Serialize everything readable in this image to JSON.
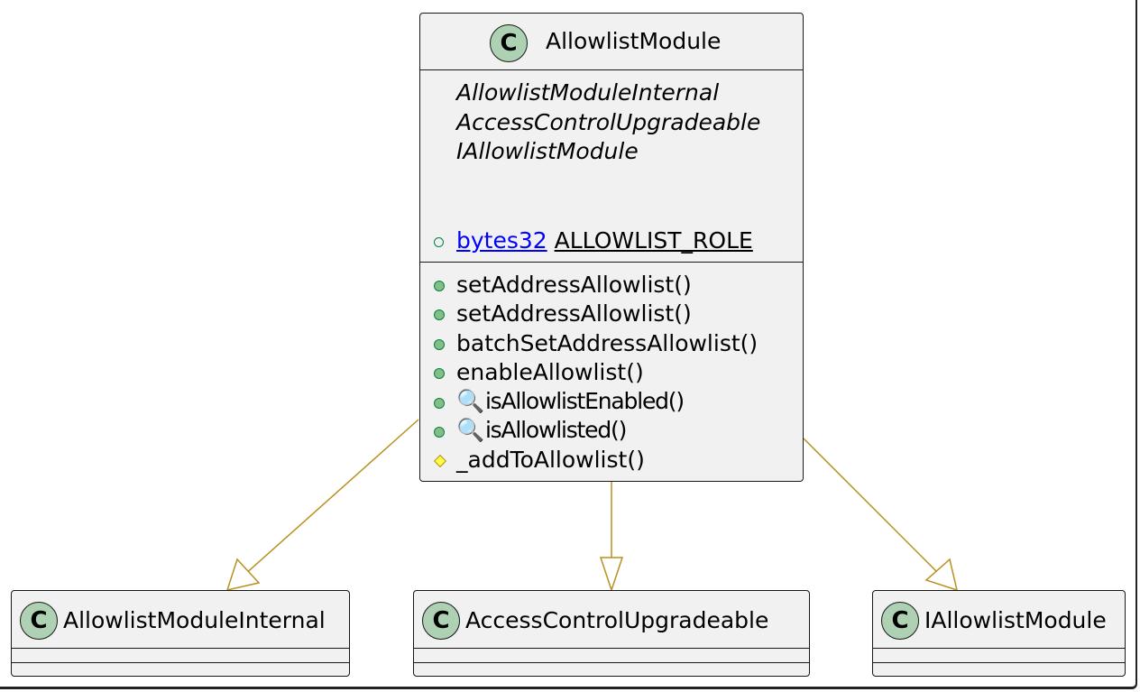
{
  "diagram": {
    "main_class": {
      "badge": "C",
      "name": "AllowlistModule",
      "parents_italic": [
        "AllowlistModuleInternal",
        "AccessControlUpgradeable",
        "IAllowlistModule"
      ],
      "field": {
        "type": "bytes32",
        "name": "ALLOWLIST_ROLE"
      },
      "methods": [
        {
          "label": "setAddressAllowlist()",
          "visibility": "public",
          "view": false
        },
        {
          "label": "setAddressAllowlist()",
          "visibility": "public",
          "view": false
        },
        {
          "label": "batchSetAddressAllowlist()",
          "visibility": "public",
          "view": false
        },
        {
          "label": "enableAllowlist()",
          "visibility": "public",
          "view": false
        },
        {
          "label": "isAllowlistEnabled()",
          "visibility": "public",
          "view": true
        },
        {
          "label": "isAllowlisted()",
          "visibility": "public",
          "view": true
        },
        {
          "label": "_addToAllowlist()",
          "visibility": "protected",
          "view": false
        }
      ]
    },
    "parent_classes": [
      {
        "badge": "C",
        "name": "AllowlistModuleInternal"
      },
      {
        "badge": "C",
        "name": "AccessControlUpgradeable"
      },
      {
        "badge": "C",
        "name": "IAllowlistModule"
      }
    ],
    "colors": {
      "class_fill": "#f1f1f1",
      "badge_fill": "#add1b2",
      "edge": "#b8901e",
      "link": "#0000ff",
      "public_icon": "#84be84",
      "protected_icon": "#ffff44"
    }
  }
}
